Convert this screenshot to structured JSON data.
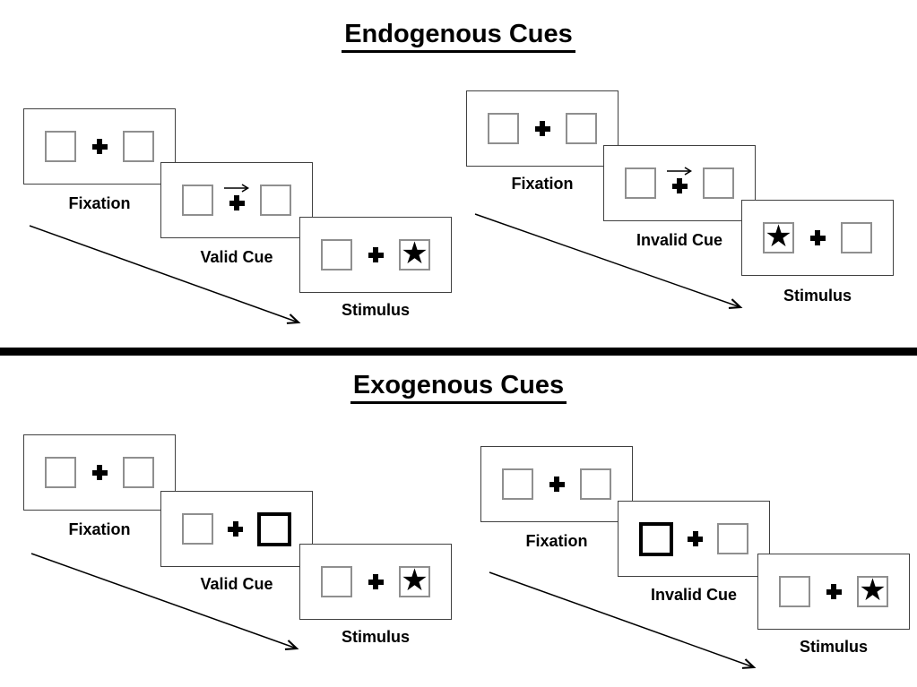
{
  "sections": [
    {
      "title": "Endogenous Cues",
      "groups": [
        {
          "name": "endogenous-valid",
          "panels": [
            {
              "label": "Fixation",
              "cue": "none",
              "left_box": "empty",
              "right_box": "empty"
            },
            {
              "label": "Valid Cue",
              "cue": "arrow-right",
              "left_box": "empty",
              "right_box": "empty"
            },
            {
              "label": "Stimulus",
              "cue": "none",
              "left_box": "empty",
              "right_box": "star"
            }
          ]
        },
        {
          "name": "endogenous-invalid",
          "panels": [
            {
              "label": "Fixation",
              "cue": "none",
              "left_box": "empty",
              "right_box": "empty"
            },
            {
              "label": "Invalid Cue",
              "cue": "arrow-right",
              "left_box": "empty",
              "right_box": "empty"
            },
            {
              "label": "Stimulus",
              "cue": "none",
              "left_box": "star",
              "right_box": "empty"
            }
          ]
        }
      ]
    },
    {
      "title": "Exogenous Cues",
      "groups": [
        {
          "name": "exogenous-valid",
          "panels": [
            {
              "label": "Fixation",
              "cue": "none",
              "left_box": "empty",
              "right_box": "empty"
            },
            {
              "label": "Valid Cue",
              "cue": "none",
              "left_box": "empty",
              "right_box": "highlight"
            },
            {
              "label": "Stimulus",
              "cue": "none",
              "left_box": "empty",
              "right_box": "star"
            }
          ]
        },
        {
          "name": "exogenous-invalid",
          "panels": [
            {
              "label": "Fixation",
              "cue": "none",
              "left_box": "empty",
              "right_box": "empty"
            },
            {
              "label": "Invalid Cue",
              "cue": "none",
              "left_box": "highlight",
              "right_box": "empty"
            },
            {
              "label": "Stimulus",
              "cue": "none",
              "left_box": "empty",
              "right_box": "star"
            }
          ]
        }
      ]
    }
  ],
  "icons": {
    "star": "★",
    "fixation_cross": "cross-icon",
    "cue_arrow": "arrow-right-icon"
  },
  "colors": {
    "ink": "#000000",
    "panel_border": "#404040",
    "box_border": "#8f8f8f",
    "highlight_border": "#000000"
  }
}
